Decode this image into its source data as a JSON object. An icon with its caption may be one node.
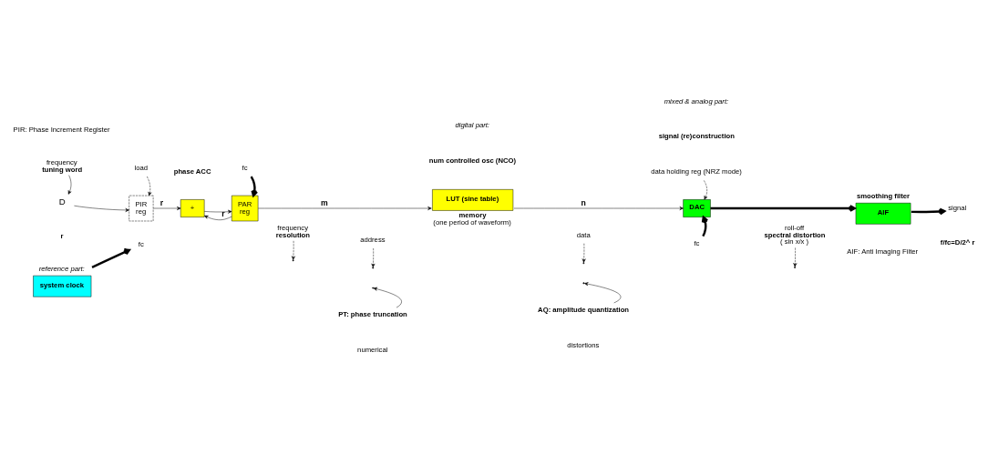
{
  "diagram": {
    "nodes": [
      {
        "text": [
          "D"
        ]
      },
      {
        "text": [
          "PIR",
          "reg"
        ]
      },
      {
        "text": [
          "+"
        ]
      },
      {
        "text": [
          "PAR",
          "reg"
        ]
      },
      {
        "text": [
          "LUT (sine table)"
        ],
        "beside": [
          "memory",
          "(one period of waveform)"
        ]
      },
      {
        "text": [
          "DAC"
        ]
      },
      {
        "text": [
          "AIF"
        ],
        "beside": [
          "smoothing filter"
        ]
      },
      {
        "text": [
          "signal"
        ]
      },
      {
        "text": [
          "system clock"
        ],
        "beside": [
          "reference part:"
        ]
      },
      {
        "text": [
          "fc"
        ]
      },
      {
        "text": [
          "fc"
        ]
      },
      {
        "text": [
          "fc"
        ]
      },
      {
        "text": [
          "frequency",
          "tuning word"
        ]
      },
      {
        "text": [
          "load"
        ]
      },
      {
        "text": [
          "frequency",
          "resolution"
        ]
      },
      {
        "text": [
          "address"
        ]
      },
      {
        "text": [
          "data"
        ]
      },
      {
        "text": [
          "PT: phase truncation"
        ]
      },
      {
        "text": [
          "AQ: amplitude quantization"
        ]
      },
      {
        "text": [
          "data holding reg (NRZ mode)"
        ]
      },
      {
        "text": [
          "roll-off",
          "spectral distortion",
          "( sin x/x )"
        ]
      }
    ],
    "edges": [
      {
        "from": 12,
        "to": 0,
        "arrow": "to"
      },
      {
        "from": 0,
        "to": 1,
        "arrow": "to"
      },
      {
        "from": 1,
        "to": 2,
        "arrow": "to",
        "label": "r"
      },
      {
        "from": 2,
        "to": 3,
        "arrow": "to"
      },
      {
        "from": 3,
        "to": 2,
        "arrow": "to",
        "label": "r"
      },
      {
        "from": 3,
        "to": 4,
        "arrow": "to",
        "label": "m"
      },
      {
        "from": 4,
        "to": 5,
        "arrow": "to",
        "label": "n"
      },
      {
        "from": 5,
        "to": 6,
        "arrow": "to",
        "style": "thick"
      },
      {
        "from": 6,
        "to": 7,
        "arrow": "to",
        "style": "thick"
      },
      {
        "from": 8,
        "to": 9,
        "arrow": "to",
        "style": "thick"
      },
      {
        "from": 10,
        "to": 3,
        "arrow": "to",
        "style": "thick"
      },
      {
        "from": 11,
        "to": 5,
        "arrow": "to",
        "style": "thick"
      },
      {
        "from": 13,
        "to": 1,
        "arrow": "to",
        "style": "dashed"
      },
      {
        "from": 14,
        "to": null,
        "arrow": "to",
        "style": "dashed"
      },
      {
        "from": 15,
        "to": null,
        "arrow": "to",
        "style": "dashed"
      },
      {
        "from": 16,
        "to": null,
        "arrow": "to",
        "style": "dashed"
      },
      {
        "from": 17,
        "to": null,
        "arrow": "to"
      },
      {
        "from": 18,
        "to": null,
        "arrow": "to"
      },
      {
        "from": 19,
        "to": 5,
        "arrow": "to",
        "style": "dashed"
      },
      {
        "from": 20,
        "to": null,
        "arrow": "to",
        "style": "dashed"
      }
    ],
    "labels": [
      "PIR: Phase Increment Register",
      "digital part:",
      "num controlled osc (NCO)",
      "phase ACC",
      "mixed & analog part:",
      "signal (re)construction",
      "r",
      "numerical",
      "distortions",
      "f/fc=D/2^ r",
      "AIF: Anti Imaging Filter"
    ]
  }
}
